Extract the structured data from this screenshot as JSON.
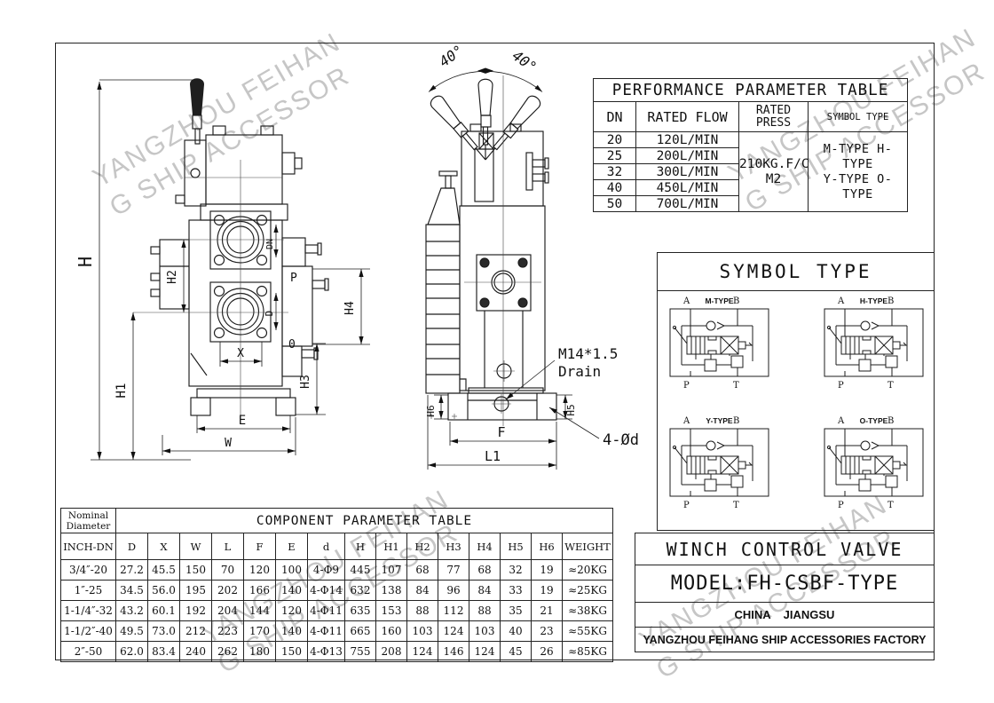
{
  "watermark": {
    "line1": "YANGZHOU FEIHAN",
    "line2": "G SHIP ACCESSOR",
    "color": "#c6c6c6"
  },
  "performance_table": {
    "title": "PERFORMANCE PARAMETER TABLE",
    "col_dn": "DN",
    "col_flow": "RATED FLOW",
    "col_press_line1": "RATED",
    "col_press_line2": "PRESS",
    "col_symbol": "SYMBOL TYPE",
    "rows": [
      {
        "dn": "20",
        "flow": "120L/MIN"
      },
      {
        "dn": "25",
        "flow": "200L/MIN"
      },
      {
        "dn": "32",
        "flow": "300L/MIN"
      },
      {
        "dn": "40",
        "flow": "450L/MIN"
      },
      {
        "dn": "50",
        "flow": "700L/MIN"
      }
    ],
    "rated_press_line1": "210KG.F/C",
    "rated_press_line2": "M2",
    "symbol_types_line1": "M-TYPE H-TYPE",
    "symbol_types_line2": "Y-TYPE O-TYPE"
  },
  "symbol_box": {
    "title": "SYMBOL TYPE",
    "symbols": [
      {
        "name": "M-TYPE",
        "port_a": "A",
        "port_b": "B",
        "port_p": "P",
        "port_t": "T"
      },
      {
        "name": "H-TYPE",
        "port_a": "A",
        "port_b": "B",
        "port_p": "P",
        "port_t": "T"
      },
      {
        "name": "Y-TYPE",
        "port_a": "A",
        "port_b": "B",
        "port_p": "P",
        "port_t": "T"
      },
      {
        "name": "O-TYPE",
        "port_a": "A",
        "port_b": "B",
        "port_p": "P",
        "port_t": "T"
      }
    ]
  },
  "title_block": {
    "product": "WINCH CONTROL VALVE",
    "model": "MODEL:FH-CSBF-TYPE",
    "origin": "CHINA    JIANGSU",
    "factory": "YANGZHOU FEIHANG SHIP ACCESSORIES FACTORY"
  },
  "component_table": {
    "corner_line1": "Nominal",
    "corner_line2": "Diameter",
    "title": "COMPONENT PARAMETER TABLE",
    "columns": [
      "INCH-DN",
      "D",
      "X",
      "W",
      "L",
      "F",
      "E",
      "d",
      "H",
      "H1",
      "H2",
      "H3",
      "H4",
      "H5",
      "H6",
      "WEIGHT"
    ],
    "rows": [
      [
        "3/4″-20",
        "27.2",
        "45.5",
        "150",
        "70",
        "120",
        "100",
        "4-Φ9",
        "445",
        "107",
        "68",
        "77",
        "68",
        "32",
        "19",
        "≈20KG"
      ],
      [
        "1″-25",
        "34.5",
        "56.0",
        "195",
        "202",
        "166",
        "140",
        "4-Φ14",
        "632",
        "138",
        "84",
        "96",
        "84",
        "33",
        "19",
        "≈25KG"
      ],
      [
        "1-1/4″-32",
        "43.2",
        "60.1",
        "192",
        "204",
        "144",
        "120",
        "4-Φ11",
        "635",
        "153",
        "88",
        "112",
        "88",
        "35",
        "21",
        "≈38KG"
      ],
      [
        "1-1/2″-40",
        "49.5",
        "73.0",
        "212",
        "223",
        "170",
        "140",
        "4-Φ11",
        "665",
        "160",
        "103",
        "124",
        "103",
        "40",
        "23",
        "≈55KG"
      ],
      [
        "2″-50",
        "62.0",
        "83.4",
        "240",
        "262",
        "180",
        "150",
        "4-Φ13",
        "755",
        "208",
        "124",
        "146",
        "124",
        "45",
        "26",
        "≈85KG"
      ]
    ]
  },
  "front_view": {
    "dims": {
      "h": "H",
      "h1": "H1",
      "h2": "H2",
      "h3": "H3",
      "h4": "H4",
      "x": "X",
      "e": "E",
      "w": "W",
      "dn": "DN",
      "d": "D"
    },
    "ports": {
      "p": "P",
      "o": "0"
    }
  },
  "side_view": {
    "angle_left": "40°",
    "angle_right": "40°",
    "dims": {
      "h5": "H5",
      "h6": "H6",
      "f": "F",
      "l1": "L1"
    },
    "drain_label_line1": "M14*1.5",
    "drain_label_line2": "Drain",
    "mounting_holes_label": "4-Ød"
  }
}
